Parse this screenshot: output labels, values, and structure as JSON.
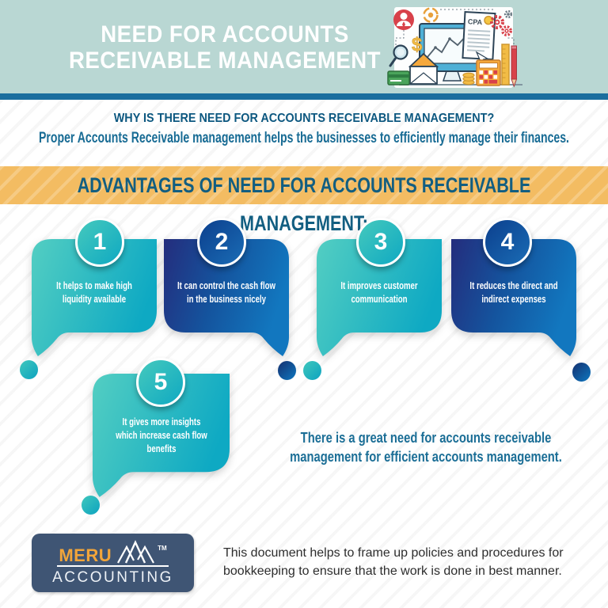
{
  "header": {
    "title_lines": [
      "NEED FOR ACCOUNTS",
      "RECEIVABLE MANAGEMENT"
    ],
    "illustration": {
      "cpa_label": "CPA",
      "dollar_glyph": "$"
    }
  },
  "intro": {
    "question": "WHY IS THERE NEED FOR ACCOUNTS RECEIVABLE MANAGEMENT?",
    "answer": "Proper Accounts Receivable management helps the businesses to efficiently manage their finances."
  },
  "banner": {
    "label": "ADVANTAGES OF NEED FOR ACCOUNTS RECEIVABLE MANAGEMENT:"
  },
  "advantages": [
    {
      "number": "1",
      "theme": "teal",
      "lines": [
        "It helps to make high",
        "liquidity available"
      ]
    },
    {
      "number": "2",
      "theme": "blue",
      "lines": [
        "It can control the cash flow",
        "in the business nicely"
      ]
    },
    {
      "number": "3",
      "theme": "teal",
      "lines": [
        "It improves customer",
        "communication"
      ]
    },
    {
      "number": "4",
      "theme": "blue",
      "lines": [
        "It reduces the direct and",
        "indirect expenses"
      ]
    },
    {
      "number": "5",
      "theme": "teal",
      "lines": [
        "It gives more insights",
        "which increase cash flow",
        "benefits"
      ]
    }
  ],
  "conclusion": {
    "lines": [
      "There is a great need for accounts receivable",
      "management for efficient accounts management."
    ]
  },
  "footer": {
    "logo": {
      "brand": "MERU",
      "tm": "TM",
      "word": "ACCOUNTING"
    },
    "note_lines": [
      "This document helps to frame up policies and procedures for",
      "bookkeeping to ensure that the work is done in best manner."
    ]
  },
  "colors": {
    "header_bg": "#b9d7d3",
    "divider_blue": "#1b6e9e",
    "heading_dark": "#0d5880",
    "teal_text": "#176b94",
    "banner_bg": "#f3bc62",
    "banner_text": "#125e81",
    "bubble_teal_start": "#53cec2",
    "bubble_teal_end": "#0ea9c3",
    "bubble_blue_start": "#242d7d",
    "bubble_blue_end": "#1277bf",
    "logo_bg": "#3f5574",
    "logo_orange": "#f2a53a",
    "note_text": "#2d2d2d"
  }
}
